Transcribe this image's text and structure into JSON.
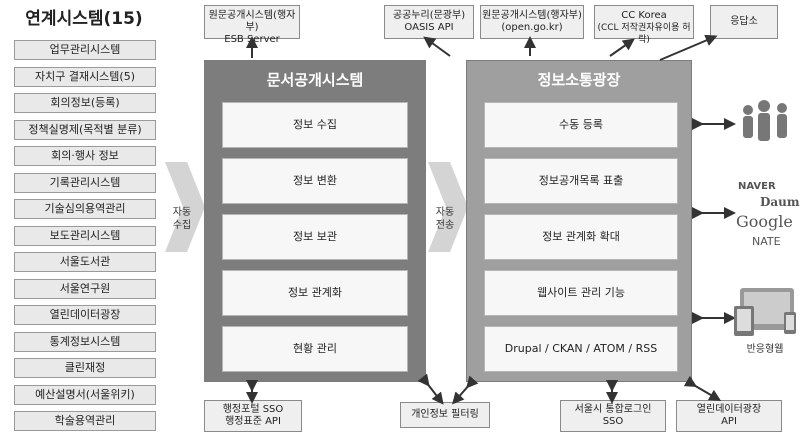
{
  "left": {
    "title": "연계시스템(15)",
    "items": [
      "업무관리시스템",
      "자치구 결재시스템(5)",
      "회의정보(등록)",
      "정책실명제(목적별 분류)",
      "회의·행사 정보",
      "기록관리시스템",
      "기술심의용역관리",
      "보도관리시스템",
      "서울도서관",
      "서울연구원",
      "열린데이터광장",
      "통계정보시스템",
      "클린재정",
      "예산설명서(서울위키)",
      "학술용역관리"
    ]
  },
  "flow": {
    "auto_collect": [
      "자동",
      "수집"
    ],
    "auto_transfer": [
      "자동",
      "전송"
    ]
  },
  "doc_system": {
    "title": "문서공개시스템",
    "items": [
      "정보 수집",
      "정보 변환",
      "정보 보관",
      "정보 관계화",
      "현황 관리"
    ]
  },
  "info_plaza": {
    "title": "정보소통광장",
    "items": [
      "수동 등록",
      "정보공개목록 표출",
      "정보 관계화 확대",
      "웹사이트 관리 기능",
      "Drupal / CKAN / ATOM / RSS"
    ]
  },
  "top": {
    "esb": [
      "원문공개시스템(행자부)",
      "ESB Server"
    ],
    "oasis": [
      "공공누리(문광부)",
      "OASIS API"
    ],
    "opengokr": [
      "원문공개시스템(행자부)",
      "(open.go.kr)"
    ],
    "cc": [
      "CC Korea",
      "(CCL 저작권자유이용 허락)"
    ],
    "response": "응답소"
  },
  "bottom": {
    "sso_admin": [
      "행정포털 SSO",
      "행정표준 API"
    ],
    "privacy": "개인정보 필터링",
    "seoul_sso": [
      "서울시 통합로그인",
      "SSO"
    ],
    "open_data_api": [
      "열린데이터광장",
      "API"
    ]
  },
  "right": {
    "portals": [
      "NAVER",
      "Daum",
      "Google",
      "NATE"
    ],
    "responsive": "반응형웹"
  }
}
